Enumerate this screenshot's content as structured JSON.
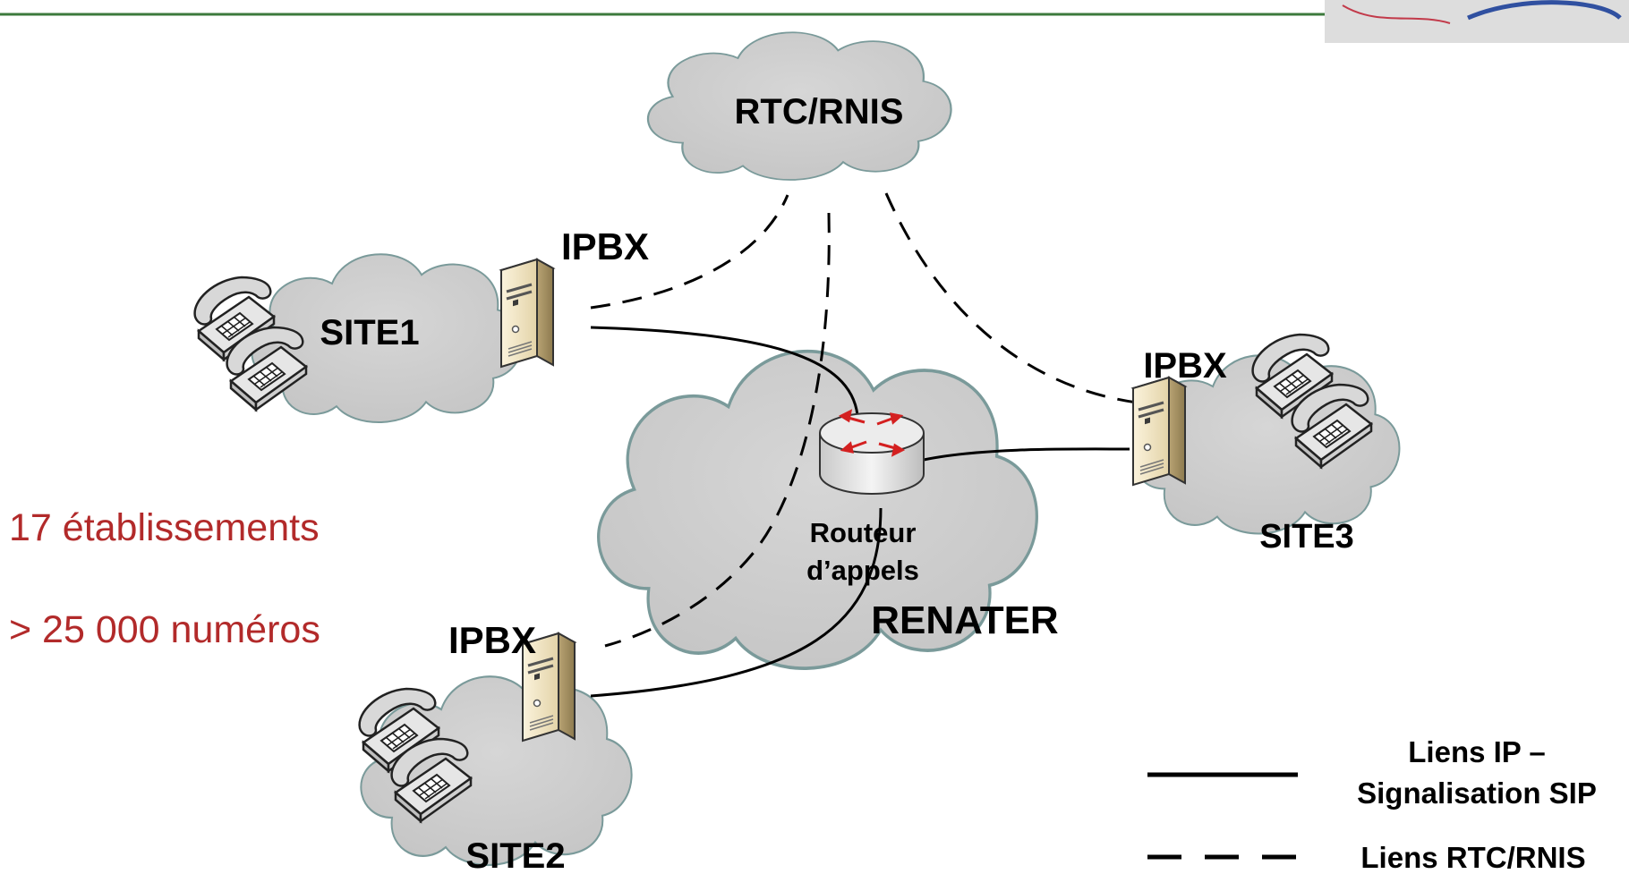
{
  "clouds": {
    "rtc": "RTC/RNIS",
    "renater": "RENATER",
    "site1": "SITE1",
    "site2": "SITE2",
    "site3": "SITE3"
  },
  "ipbx_label": "IPBX",
  "router": {
    "line1": "Routeur",
    "line2": "d’appels"
  },
  "stats": {
    "etablissements": "17 établissements",
    "numeros": "> 25 000 numéros"
  },
  "legend": {
    "ip_line1": "Liens IP –",
    "ip_line2": "Signalisation SIP",
    "rtc": "Liens RTC/RNIS"
  },
  "colors": {
    "cloud_fill": "#cccccc",
    "cloud_stroke": "#7a9a9a",
    "stat_text": "#b22a2a",
    "header_line": "#3c7a3c"
  }
}
